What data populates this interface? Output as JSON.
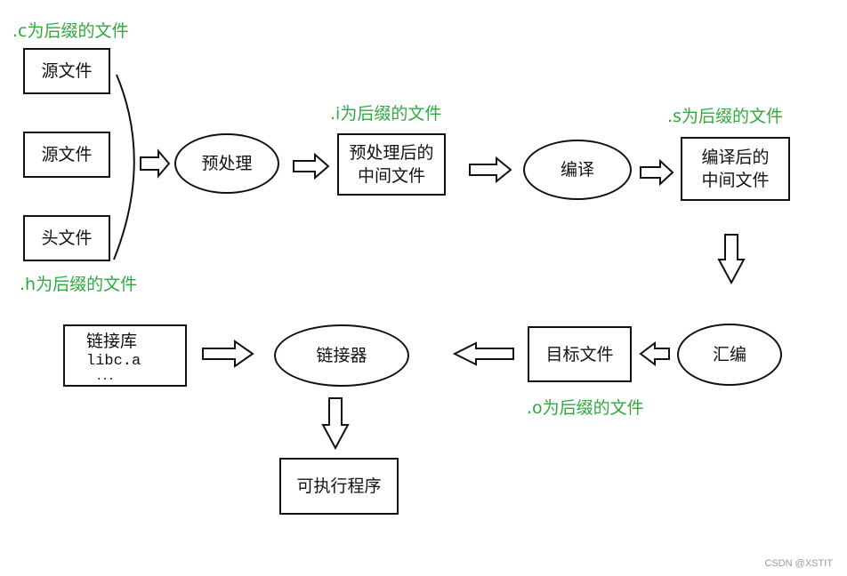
{
  "annotations": {
    "c_suffix": ".c为后缀的文件",
    "i_suffix": ".i为后缀的文件",
    "s_suffix": ".s为后缀的文件",
    "h_suffix": ".h为后缀的文件",
    "o_suffix": ".o为后缀的文件"
  },
  "nodes": {
    "source_file_1": "源文件",
    "source_file_2": "源文件",
    "header_file": "头文件",
    "preprocess": "预处理",
    "preprocessed_line1": "预处理后的",
    "preprocessed_line2": "中间文件",
    "compile": "编译",
    "compiled_line1": "编译后的",
    "compiled_line2": "中间文件",
    "assemble": "汇编",
    "object_file": "目标文件",
    "linker": "链接器",
    "library_title": "链接库",
    "library_item": "libc.a",
    "library_more": "...",
    "executable": "可执行程序"
  },
  "colors": {
    "annotation": "#2eaa3e",
    "stroke": "#111111"
  },
  "watermark": "CSDN @XSTIT"
}
